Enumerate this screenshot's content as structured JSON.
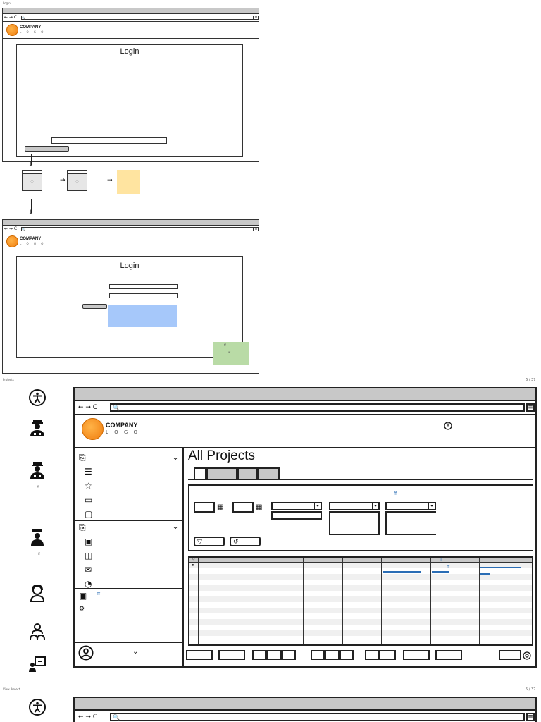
{
  "sections": {
    "login_label": "Login",
    "projects_label": "Projects",
    "projects_page": "6 / 37",
    "view_project_label": "View Project",
    "view_project_page": "5 / 37"
  },
  "browser": {
    "nav_glyphs": "← → C",
    "search_glyph": "🔍",
    "menu_glyph": "≡"
  },
  "logo": {
    "name": "COMPANY",
    "sub": "L O G O"
  },
  "login_mock_1": {
    "title": "Login"
  },
  "login_mock_2": {
    "title": "Login",
    "note_mark": "ff",
    "note_small": "w"
  },
  "projects": {
    "title": "All Projects",
    "left_notes": [
      "ff",
      "ff"
    ],
    "filter_note": "ff",
    "table_note_1": "ff",
    "table_note_2": "ff",
    "sidebar_note": "ff",
    "filter_button_glyph": "▽",
    "reset_button_glyph": "↺"
  },
  "colors": {
    "browser_gray": "#c8c8c8",
    "logo_orange": "#f07d10",
    "note_yellow": "#ffe4a0",
    "note_blue": "#a6c8fa",
    "note_green": "#b9dba6",
    "accent_blue": "#2a6db5"
  }
}
